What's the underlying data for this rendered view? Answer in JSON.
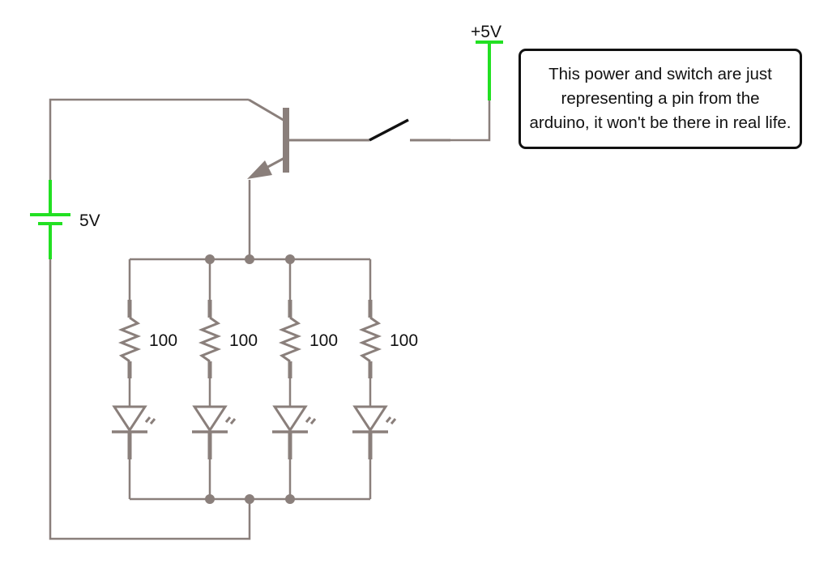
{
  "colors": {
    "wire": "#8a7f7b",
    "power": "#22e022",
    "switch": "#111111",
    "text": "#111111",
    "background": "#ffffff"
  },
  "labels": {
    "supply": "+5V",
    "battery": "5V",
    "resistors": [
      "100",
      "100",
      "100",
      "100"
    ]
  },
  "note": {
    "text": "This power and switch are just representing a pin from the arduino, it won't be there in real life."
  }
}
